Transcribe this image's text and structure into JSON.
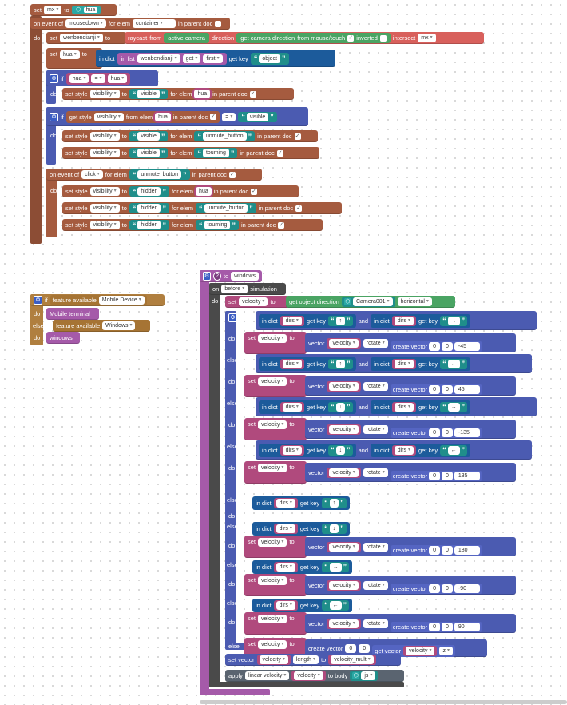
{
  "block1": {
    "set_mx": {
      "set": "set",
      "var": "mx",
      "to": "to",
      "obj": "hua"
    },
    "on_event": {
      "on_event_of": "on event of",
      "event": "mousedown",
      "for_elem": "for elem",
      "elem": "container",
      "in_parent_doc": "in parent doc"
    },
    "do": "do",
    "set_wenbendianji": {
      "set": "set",
      "var": "wenbendianji",
      "to": "to",
      "raycast": "raycast",
      "from": "from",
      "active_camera": "active camera",
      "direction": "direction",
      "get_cam_dir": "get camera direction",
      "from_mouse": "from mouse/touch",
      "inverted": "inverted",
      "intersect": "intersect",
      "intersect_var": "mx"
    },
    "set_hua": {
      "set": "set",
      "var": "hua",
      "to": "to",
      "in_dict": "in dict",
      "in_list": "in list",
      "list_var": "wenbendianji",
      "get": "get",
      "first": "first",
      "get_key": "get key",
      "key": "object"
    },
    "if1": {
      "if": "if",
      "a": "hua",
      "op": "=",
      "b": "hua",
      "do": "do",
      "set_style": "set style",
      "prop": "visibility",
      "to": "to",
      "val": "visible",
      "for_elem": "for elem",
      "elem": "hua",
      "in_parent_doc": "in parent doc"
    },
    "if2": {
      "if": "if",
      "get_style": "get style",
      "prop": "visibility",
      "from_elem": "from elem",
      "elem": "hua",
      "in_parent_doc": "in parent doc",
      "op": "=",
      "val": "visible",
      "do": "do",
      "rows": [
        {
          "set_style": "set style",
          "prop": "visibility",
          "to": "to",
          "val": "visible",
          "for_elem": "for elem",
          "elem": "unmute_button",
          "in_parent_doc": "in parent doc"
        },
        {
          "set_style": "set style",
          "prop": "visibility",
          "to": "to",
          "val": "visible",
          "for_elem": "for elem",
          "elem": "touming",
          "in_parent_doc": "in parent doc"
        }
      ]
    },
    "on_click": {
      "on_event_of": "on event of",
      "event": "click",
      "for_elem": "for elem",
      "elem": "unmute_button",
      "in_parent_doc": "in parent doc",
      "do": "do",
      "rows": [
        {
          "set_style": "set style",
          "prop": "visibility",
          "to": "to",
          "val": "hidden",
          "for_elem": "for elem",
          "elem": "hua",
          "in_parent_doc": "in parent doc"
        },
        {
          "set_style": "set style",
          "prop": "visibility",
          "to": "to",
          "val": "hidden",
          "for_elem": "for elem",
          "elem": "unmute_button",
          "in_parent_doc": "in parent doc"
        },
        {
          "set_style": "set style",
          "prop": "visibility",
          "to": "to",
          "val": "hidden",
          "for_elem": "for elem",
          "elem": "touming",
          "in_parent_doc": "in parent doc"
        }
      ]
    }
  },
  "block2": {
    "if": "if",
    "feature_available": "feature available",
    "feat1": "Mobile Device",
    "do": "do",
    "call1": "Mobile terminal",
    "else_if": "else if",
    "feat2": "Windows",
    "call2": "windows"
  },
  "block3": {
    "to": "to",
    "func": "windows",
    "on": "on",
    "when": "before",
    "simulation": "simulation",
    "do": "do",
    "set_velocity": {
      "set": "set",
      "var": "velocity",
      "to": "to",
      "get_obj_dir": "get object direction",
      "obj": "Camera001",
      "mode": "horizontal"
    },
    "if": "if",
    "else_if": "else if",
    "else": "else",
    "in_dict": "in dict",
    "dirs": "dirs",
    "get_key": "get key",
    "and": "and",
    "vector": "vector",
    "rotate": "rotate",
    "create_vector": "create vector",
    "set": "set",
    "velocity": "velocity",
    "conds": [
      {
        "k1": "↑",
        "k2": "→",
        "angle": "-45"
      },
      {
        "k1": "↑",
        "k2": "←",
        "angle": "45"
      },
      {
        "k1": "↓",
        "k2": "→",
        "angle": "-135"
      },
      {
        "k1": "↓",
        "k2": "←",
        "angle": "135"
      }
    ],
    "single_up": "↑",
    "singles": [
      {
        "k": "↓",
        "angle": "180"
      },
      {
        "k": "→",
        "angle": "-90"
      },
      {
        "k": "←",
        "angle": "90"
      }
    ],
    "zero": "0",
    "else_row": {
      "set": "set",
      "var": "velocity",
      "to": "to",
      "create_vector": "create vector",
      "get_vector": "get vector",
      "vec_var": "velocity",
      "axis": "z"
    },
    "set_vector": {
      "label": "set vector",
      "var": "velocity",
      "length": "length",
      "to": "to",
      "mult": "velocity_mult"
    },
    "apply": {
      "label": "apply",
      "type": "linear velocity",
      "var": "velocity",
      "to_body": "to body",
      "obj": "js"
    }
  }
}
